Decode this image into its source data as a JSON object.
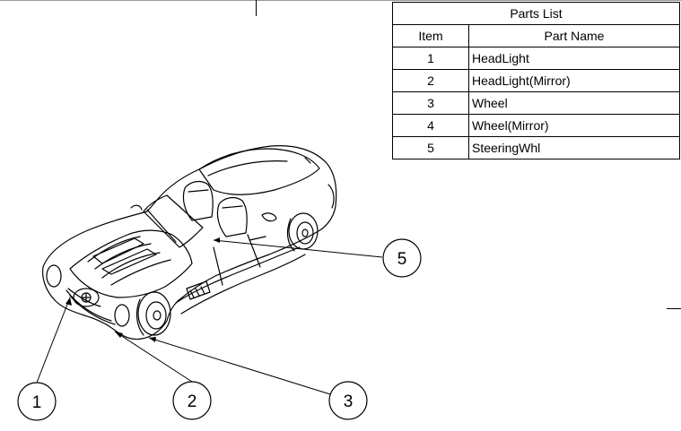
{
  "parts_list": {
    "title": "Parts List",
    "headers": {
      "item": "Item",
      "part_name": "Part Name"
    },
    "rows": [
      {
        "item": "1",
        "part_name": "HeadLight"
      },
      {
        "item": "2",
        "part_name": "HeadLight(Mirror)"
      },
      {
        "item": "3",
        "part_name": "Wheel"
      },
      {
        "item": "4",
        "part_name": "Wheel(Mirror)"
      },
      {
        "item": "5",
        "part_name": "SteeringWhl"
      }
    ]
  },
  "balloons": [
    "1",
    "2",
    "3",
    "5"
  ]
}
